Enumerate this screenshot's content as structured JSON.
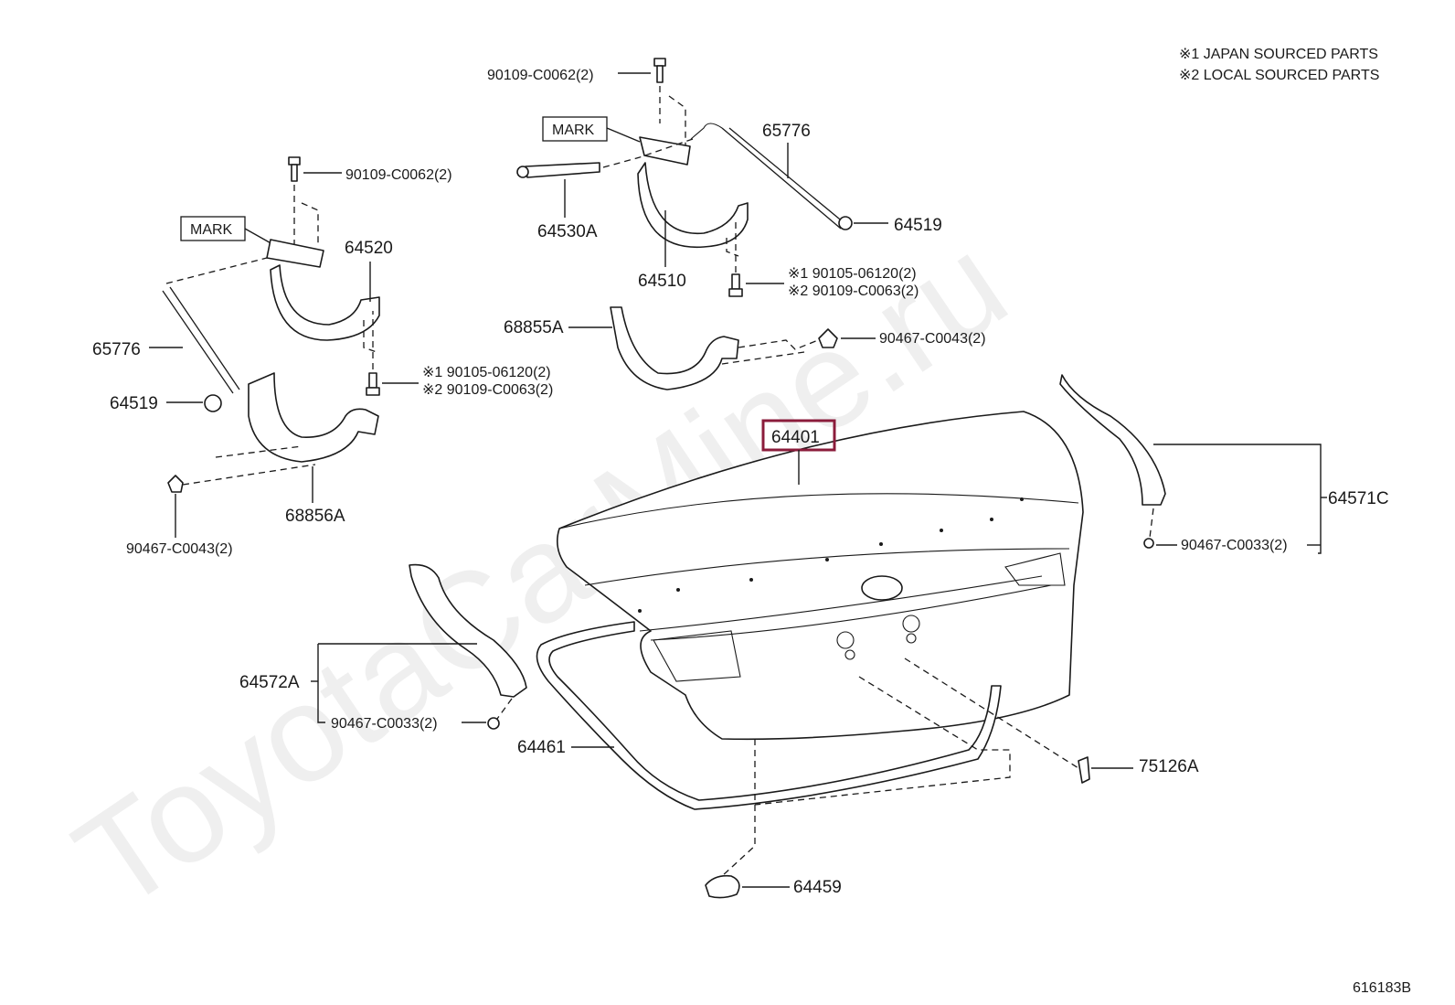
{
  "notes": {
    "line1": "※1 JAPAN SOURCED PARTS",
    "line2": "※2 LOCAL SOURCED PARTS"
  },
  "watermark": "ToyotaCarMine.ru",
  "figure_code": "616183B",
  "highlight_color": "#8b1c3b",
  "labels": {
    "p64401": "64401",
    "p64461": "64461",
    "p64459": "64459",
    "p75126A": "75126A",
    "p64571C": "64571C",
    "p64572A": "64572A",
    "p68855A": "68855A",
    "p68856A": "68856A",
    "p64510": "64510",
    "p64520": "64520",
    "p64530A": "64530A",
    "p65776_top": "65776",
    "p65776_left": "65776",
    "p64519_top": "64519",
    "p64519_left": "64519",
    "mark_top": "MARK",
    "mark_left": "MARK",
    "bolt_top": "90109-C0062(2)",
    "bolt_left": "90109-C0062(2)",
    "bolt_mid_1": "※1 90105-06120(2)",
    "bolt_mid_2": "※2 90109-C0063(2)",
    "bolt_left_1": "※1 90105-06120(2)",
    "bolt_left_2": "※2 90109-C0063(2)",
    "clip_top": "90467-C0043(2)",
    "clip_left": "90467-C0043(2)",
    "clip_right": "90467-C0033(2)",
    "clip_bottom": "90467-C0033(2)"
  }
}
